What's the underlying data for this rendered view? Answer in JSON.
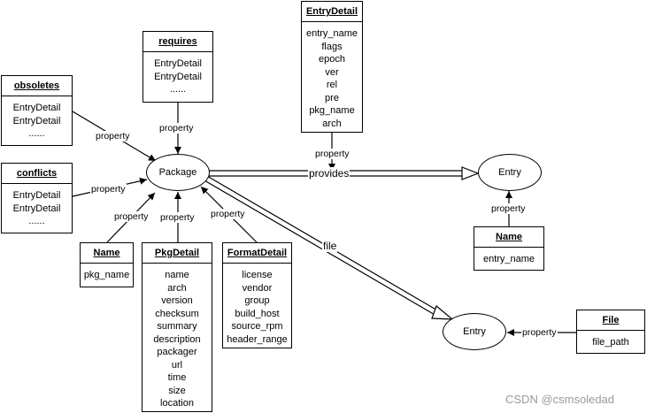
{
  "nodes": {
    "package": "Package",
    "entry_provides": "Entry",
    "entry_file": "Entry"
  },
  "boxes": {
    "obsoletes": {
      "title": "obsoletes",
      "items": [
        "EntryDetail",
        "EntryDetail",
        "......"
      ]
    },
    "conflicts": {
      "title": "conflicts",
      "items": [
        "EntryDetail",
        "EntryDetail",
        "......"
      ]
    },
    "requires": {
      "title": "requires",
      "items": [
        "EntryDetail",
        "EntryDetail",
        "......"
      ]
    },
    "entry_detail": {
      "title": "EntryDetail",
      "items": [
        "entry_name",
        "flags",
        "epoch",
        "ver",
        "rel",
        "pre",
        "pkg_name",
        "arch"
      ]
    },
    "name_pkg": {
      "title": "Name",
      "items": [
        "pkg_name"
      ]
    },
    "pkg_detail": {
      "title": "PkgDetail",
      "items": [
        "name",
        "arch",
        "version",
        "checksum",
        "summary",
        "description",
        "packager",
        "url",
        "time",
        "size",
        "location"
      ]
    },
    "format_detail": {
      "title": "FormatDetail",
      "items": [
        "license",
        "vendor",
        "group",
        "build_host",
        "source_rpm",
        "header_range"
      ]
    },
    "name_entry": {
      "title": "Name",
      "items": [
        "entry_name"
      ]
    },
    "file": {
      "title": "File",
      "items": [
        "file_path"
      ]
    }
  },
  "edges": {
    "property": "property",
    "provides": "provides",
    "file": "file"
  },
  "watermark": "CSDN @csmsoledad"
}
